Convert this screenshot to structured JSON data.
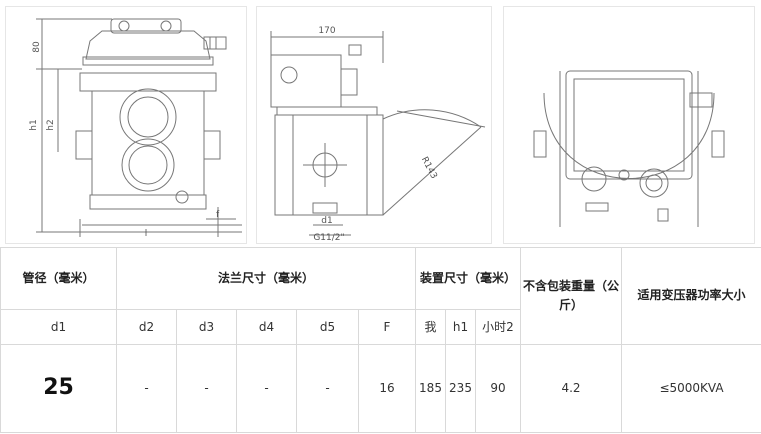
{
  "drawing_labels": {
    "dim_80": "80",
    "dim_h1": "h1",
    "dim_h2": "h2",
    "dim_f": "f",
    "dim_l": "l",
    "dim_170": "170",
    "dim_r143": "R143",
    "dim_d1": "d1",
    "dim_g": "G11/2\""
  },
  "table": {
    "headers": {
      "pipe_dia": "管径（毫米）",
      "flange": "法兰尺寸（毫米）",
      "install": "装置尺寸（毫米）",
      "weight": "不含包装重量（公斤）",
      "power": "适用变压器功率大小"
    },
    "subheaders": {
      "d1": "d1",
      "d2": "d2",
      "d3": "d3",
      "d4": "d4",
      "d5": "d5",
      "f": "F",
      "i": "我",
      "h1": "h1",
      "h2": "小时2"
    },
    "row": {
      "d1": "25",
      "d2": "-",
      "d3": "-",
      "d4": "-",
      "d5": "-",
      "f": "16",
      "i": "185",
      "h1": "235",
      "h2": "90",
      "weight": "4.2",
      "power": "≤5000KVA"
    }
  }
}
